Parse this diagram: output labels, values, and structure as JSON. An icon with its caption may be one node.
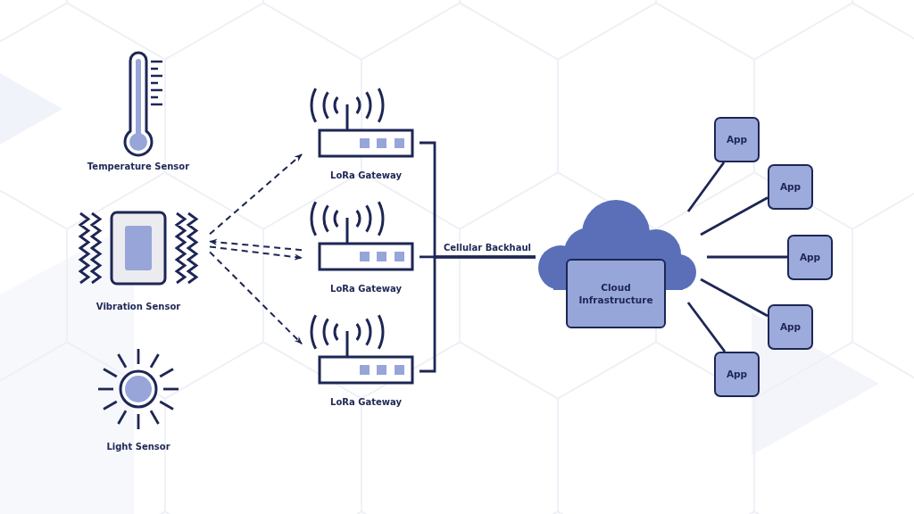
{
  "diagram": {
    "nodes": [
      {
        "text": [
          "Temperature Sensor"
        ]
      },
      {
        "text": [
          "Vibration Sensor"
        ]
      },
      {
        "text": [
          "Light Sensor"
        ]
      },
      {
        "text": [
          "LoRa Gateway"
        ]
      },
      {
        "text": [
          "LoRa Gateway"
        ]
      },
      {
        "text": [
          "LoRa Gateway"
        ]
      },
      {
        "text": [
          "Cloud Infrastructure"
        ]
      },
      {
        "text": [
          "App"
        ]
      },
      {
        "text": [
          "App"
        ]
      },
      {
        "text": [
          "App"
        ]
      },
      {
        "text": [
          "App"
        ]
      },
      {
        "text": [
          "App"
        ]
      }
    ],
    "edges": [
      {
        "from": 1,
        "to": 3,
        "arrow": "to",
        "style": "dashed"
      },
      {
        "from": 4,
        "to": 1,
        "arrow": "to",
        "style": "dashed"
      },
      {
        "from": 1,
        "to": 4,
        "arrow": "to",
        "style": "dashed"
      },
      {
        "from": 1,
        "to": 5,
        "arrow": "to",
        "style": "dashed"
      },
      {
        "from": 3,
        "to": 6,
        "arrow": "none"
      },
      {
        "from": 4,
        "to": 6,
        "arrow": "none",
        "label": "Cellular Backhaul"
      },
      {
        "from": 5,
        "to": 6,
        "arrow": "none"
      },
      {
        "from": 6,
        "to": 7,
        "arrow": "none"
      },
      {
        "from": 6,
        "to": 8,
        "arrow": "none"
      },
      {
        "from": 6,
        "to": 9,
        "arrow": "none"
      },
      {
        "from": 6,
        "to": 10,
        "arrow": "none"
      },
      {
        "from": 6,
        "to": 11,
        "arrow": "none"
      }
    ]
  }
}
